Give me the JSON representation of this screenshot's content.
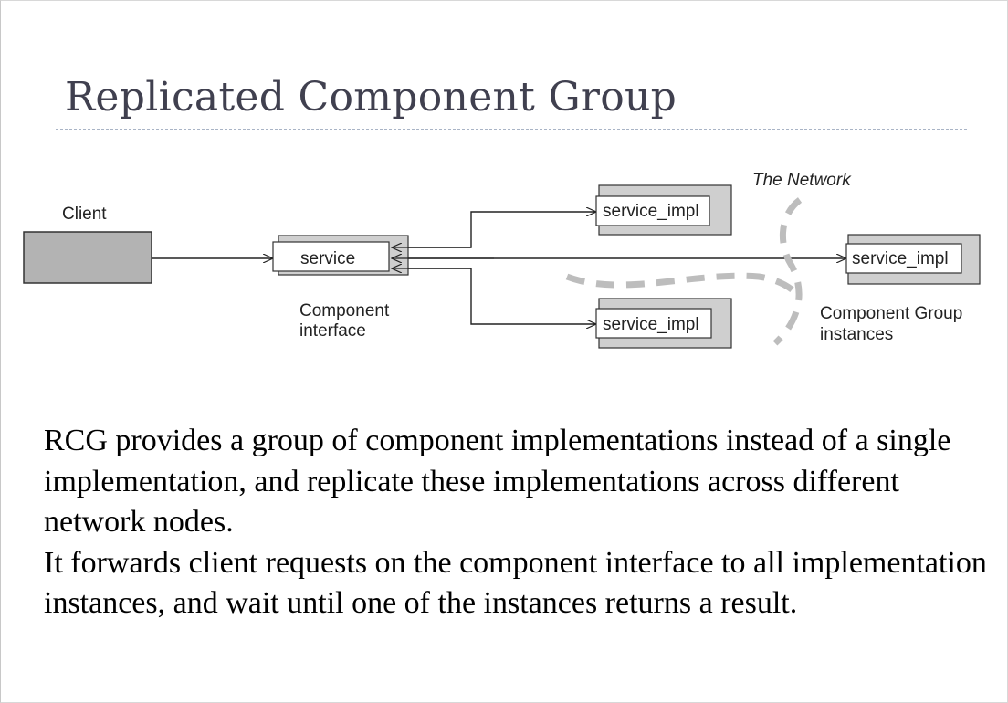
{
  "slide": {
    "title": "Replicated Component Group",
    "diagram": {
      "client_label": "Client",
      "service_label": "service",
      "component_interface_label": [
        "Component",
        "interface"
      ],
      "service_impl_top": "service_impl",
      "service_impl_right": "service_impl",
      "service_impl_bottom": "service_impl",
      "network_label": "The Network",
      "component_group_label": [
        "Component Group",
        "instances"
      ],
      "colors": {
        "client_fill": "#b3b3b3",
        "shadow_fill": "#cfcfcf",
        "network_dash": "#bdbdbd",
        "line": "#222222"
      }
    },
    "body": [
      "RCG provides a group of component implementations instead of a single implementation, and replicate these implementations across different network nodes.",
      "It forwards client requests on the component interface to all implementation instances, and wait until one of the instances returns a result."
    ]
  }
}
